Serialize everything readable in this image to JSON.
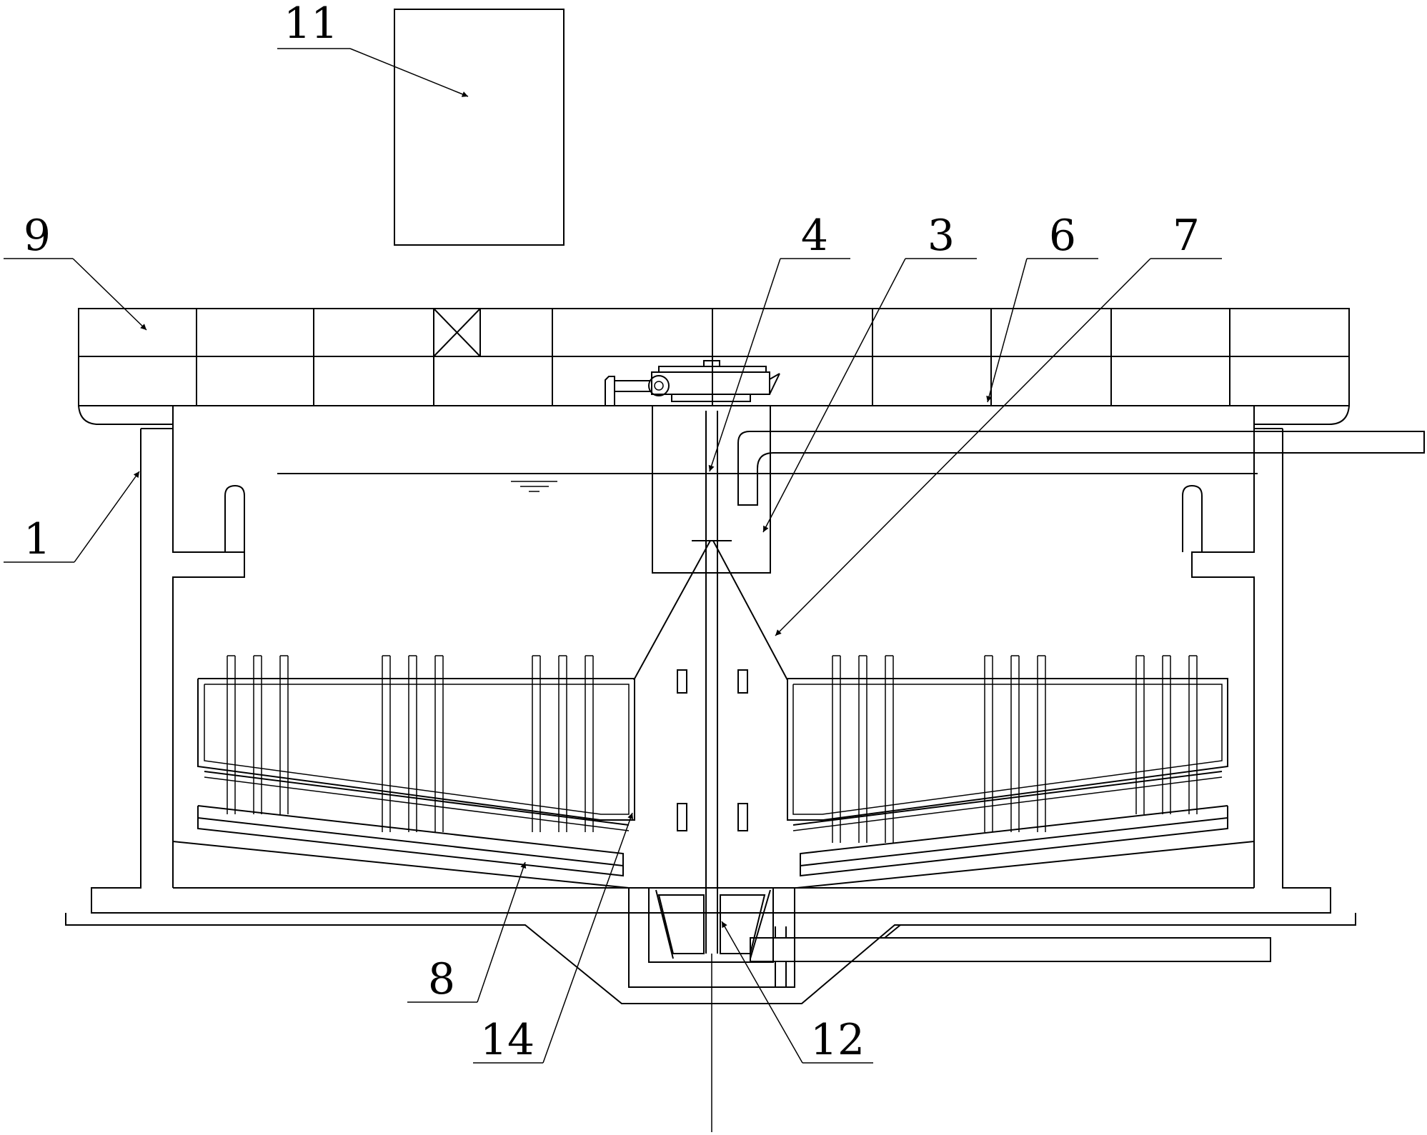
{
  "labels": {
    "part_1": "1",
    "part_3": "3",
    "part_4": "4",
    "part_6": "6",
    "part_7": "7",
    "part_8": "8",
    "part_9": "9",
    "part_11": "11",
    "part_12": "12",
    "part_14": "14"
  }
}
